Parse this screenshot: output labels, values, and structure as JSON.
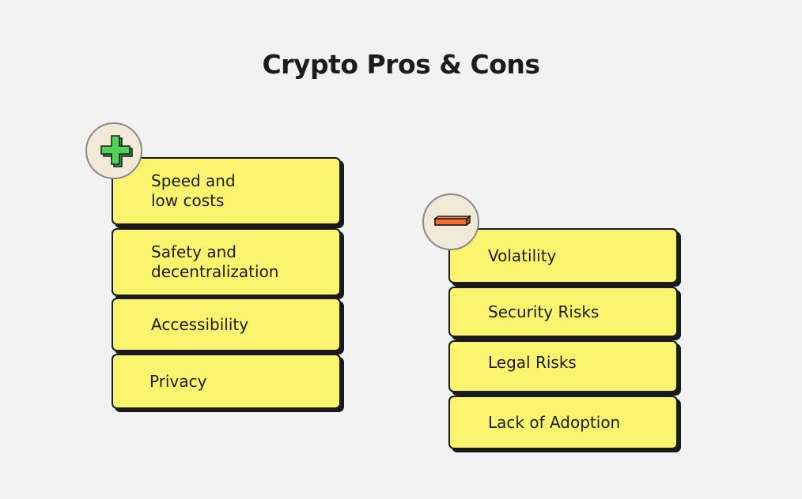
{
  "title": "Crypto Pros & Cons",
  "pros": {
    "icon": "plus-icon",
    "items": [
      "Speed and\nlow costs",
      "Safety and\ndecentralization",
      "Accessibility",
      "Privacy"
    ]
  },
  "cons": {
    "icon": "minus-icon",
    "items": [
      "Volatility",
      "Security Risks",
      "Legal Risks",
      "Lack of Adoption"
    ]
  },
  "colors": {
    "card": "#fbf46e",
    "border": "#1a1a1a",
    "plus": "#53d25a",
    "minus": "#f26a2e",
    "badge": "#f1ead8",
    "background": "#f2f2f2"
  }
}
